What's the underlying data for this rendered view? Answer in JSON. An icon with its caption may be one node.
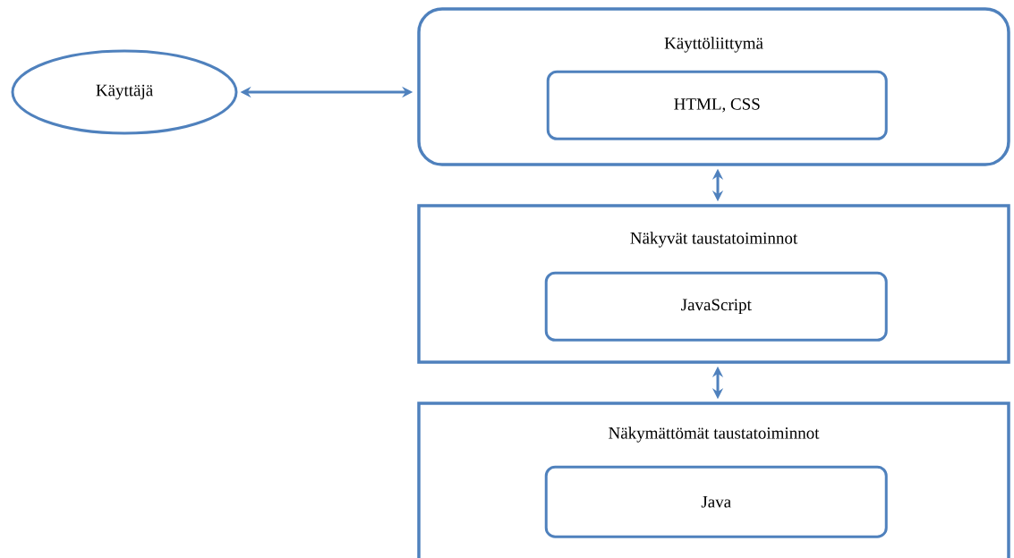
{
  "diagram": {
    "nodes": [
      {
        "text": [
          "Käyttäjä"
        ]
      },
      {
        "text": [
          "Käyttöliittymä"
        ]
      },
      {
        "text": [
          "HTML, CSS"
        ],
        "in": 1
      },
      {
        "text": [
          "Näkyvät taustatoiminnot"
        ]
      },
      {
        "text": [
          "JavaScript"
        ],
        "in": 3
      },
      {
        "text": [
          "Näkymättömät taustatoiminnot"
        ]
      },
      {
        "text": [
          "Java"
        ],
        "in": 5
      }
    ],
    "edges": [
      {
        "from": 0,
        "to": 1,
        "arrow": "both"
      },
      {
        "from": 1,
        "to": 3,
        "arrow": "both"
      },
      {
        "from": 3,
        "to": 5,
        "arrow": "both"
      }
    ]
  }
}
